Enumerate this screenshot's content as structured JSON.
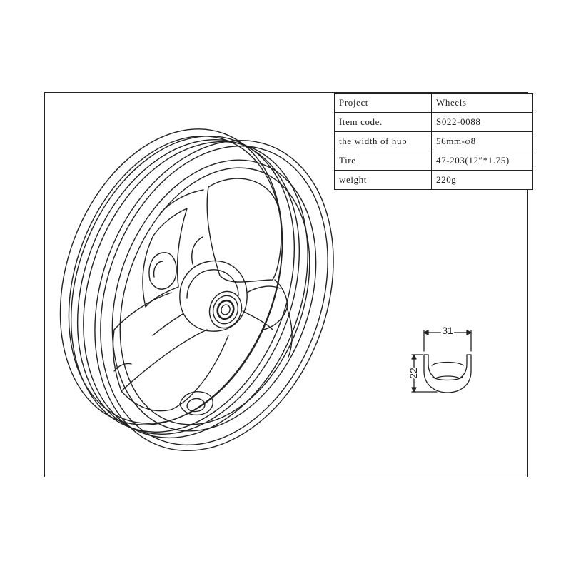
{
  "spec_table": {
    "rows": [
      {
        "label": "Project",
        "value": "Wheels"
      },
      {
        "label": "Item code.",
        "value": "S022-0088"
      },
      {
        "label": "the width of hub",
        "value": "56mm-φ8"
      },
      {
        "label": "Tire",
        "value": "47-203(12″*1.75)"
      },
      {
        "label": "weight",
        "value": "220g"
      }
    ]
  },
  "rim_profile": {
    "width_label": "31",
    "height_label": "22"
  }
}
